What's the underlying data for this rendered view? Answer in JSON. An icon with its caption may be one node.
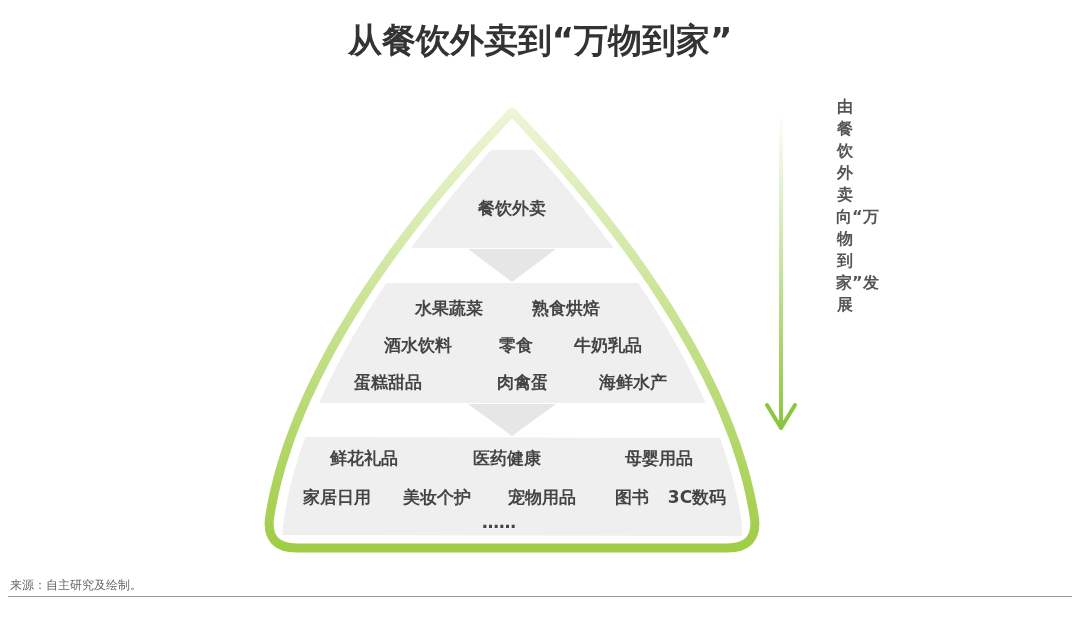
{
  "diagram": {
    "title": "从餐饮外卖到“万物到家”",
    "nodes": [
      {
        "text": [],
        "shape": "triangle"
      },
      {
        "text": [
          "餐饮外卖"
        ],
        "in": 0
      },
      {
        "text": [
          "水果蔬菜",
          "熟食烘焙",
          "酒水饮料",
          "零食",
          "牛奶乳品",
          "蛋糕甜品",
          "肉禽蛋",
          "海鲜水产"
        ],
        "in": 0
      },
      {
        "text": [
          "鲜花礼品",
          "医药健康",
          "母婴用品",
          "家居日用",
          "美妆个护",
          "宠物用品",
          "图书",
          "3C数码",
          "……"
        ],
        "in": 0
      }
    ],
    "edges": [
      {
        "from": 1,
        "to": 2,
        "arrow": "to"
      },
      {
        "from": 2,
        "to": 3,
        "arrow": "to"
      }
    ],
    "labels": [
      "由餐饮外卖向“万物到家”发展",
      "来源：自主研究及绘制。"
    ]
  }
}
